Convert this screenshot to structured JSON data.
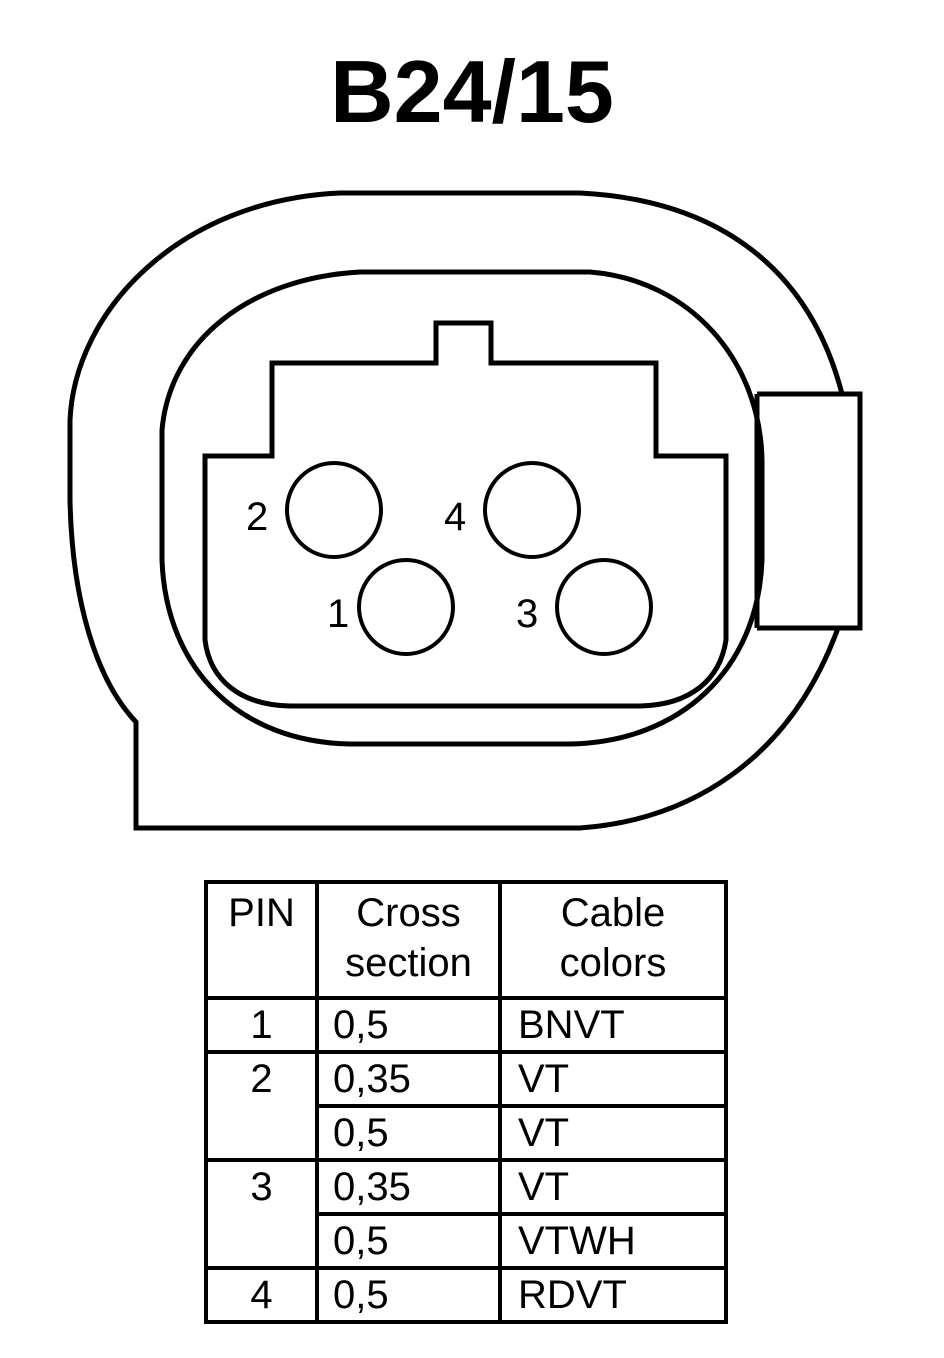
{
  "title": "B24/15",
  "connector": {
    "pins": [
      {
        "label": "2"
      },
      {
        "label": "4"
      },
      {
        "label": "1"
      },
      {
        "label": "3"
      }
    ]
  },
  "table": {
    "headers": {
      "pin": "PIN",
      "cross_section": [
        "Cross",
        "section"
      ],
      "cable_colors": [
        "Cable",
        "colors"
      ]
    },
    "rows": [
      {
        "pin": "1",
        "cross_section": "0,5",
        "color": "BNVT"
      },
      {
        "pin": "2",
        "cross_section": "0,35",
        "color": "VT"
      },
      {
        "pin": "",
        "cross_section": "0,5",
        "color": "VT"
      },
      {
        "pin": "3",
        "cross_section": "0,35",
        "color": "VT"
      },
      {
        "pin": "",
        "cross_section": "0,5",
        "color": "VTWH"
      },
      {
        "pin": "4",
        "cross_section": "0,5",
        "color": "RDVT"
      }
    ]
  }
}
